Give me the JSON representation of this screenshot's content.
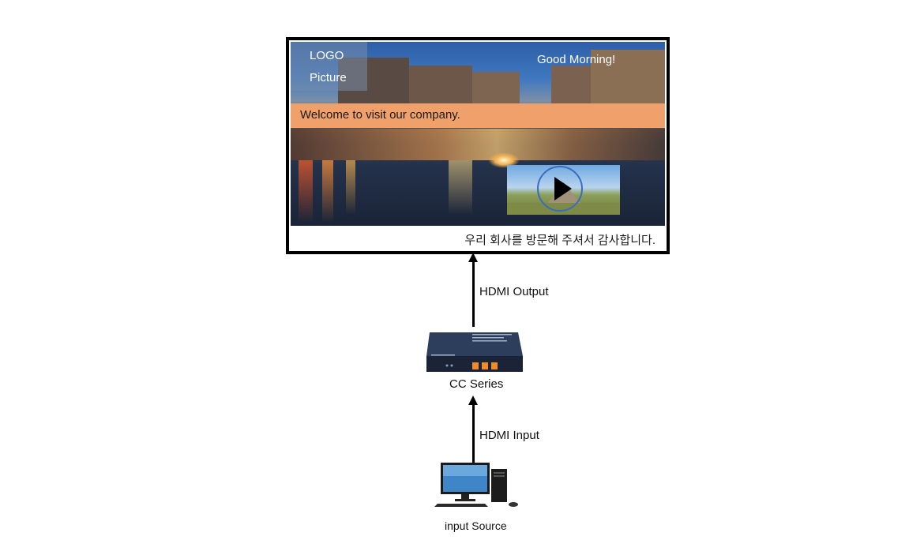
{
  "display": {
    "logo_line1": "LOGO",
    "logo_line2": "Picture",
    "greeting": "Good Morning!",
    "banner": "Welcome to visit our company.",
    "footer": "우리 회사를 방문해 주셔서 감사합니다."
  },
  "arrows": {
    "output_label": "HDMI Output",
    "input_label": "HDMI Input"
  },
  "device": {
    "label": "CC Series"
  },
  "source": {
    "label": "input Source"
  },
  "colors": {
    "banner": "#f0a06a",
    "device_body": "#1f2d44",
    "device_buttons": "#f08a2a",
    "arrow": "#000000"
  }
}
